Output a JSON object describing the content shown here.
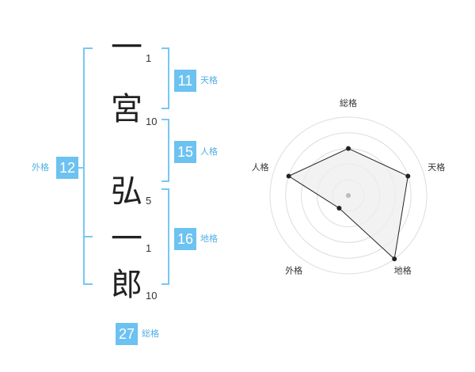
{
  "name": {
    "chars": [
      {
        "char": "一",
        "strokes": "1"
      },
      {
        "char": "宮",
        "strokes": "10"
      },
      {
        "char": "弘",
        "strokes": "5"
      },
      {
        "char": "一",
        "strokes": "1"
      },
      {
        "char": "郎",
        "strokes": "10"
      }
    ]
  },
  "fortune": {
    "tenkaku": {
      "value": "11",
      "label": "天格"
    },
    "jinkaku": {
      "value": "15",
      "label": "人格"
    },
    "chikaku": {
      "value": "16",
      "label": "地格"
    },
    "gaikaku": {
      "value": "12",
      "label": "外格"
    },
    "soukaku": {
      "value": "27",
      "label": "総格"
    }
  },
  "chart_data": {
    "type": "radar",
    "axes": [
      "総格",
      "天格",
      "地格",
      "外格",
      "人格"
    ],
    "values": [
      3,
      4,
      5,
      1,
      4
    ],
    "rmax": 5,
    "rings": 5
  },
  "colors": {
    "accent": "#6cc2f0",
    "bracket": "#77c8f2",
    "fill": "#eeeeee",
    "outline": "#222222"
  }
}
